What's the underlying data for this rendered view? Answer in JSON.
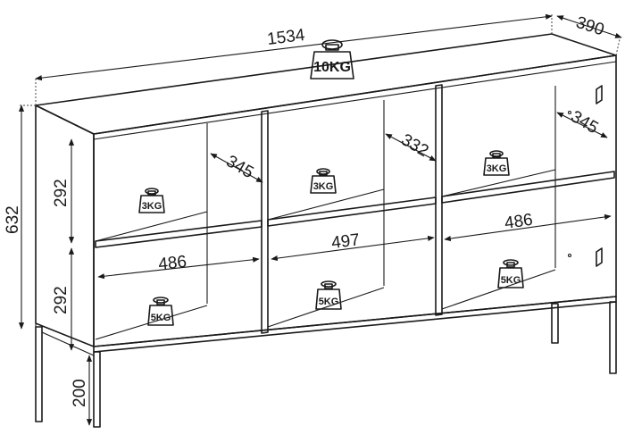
{
  "dimensions": {
    "width": "1534",
    "depth": "390",
    "height": "632",
    "upper_shelf_height": "292",
    "lower_shelf_height": "292",
    "leg_height": "200",
    "depth_left": "345",
    "depth_middle": "332",
    "depth_right": "345",
    "shelf_left": "486",
    "shelf_middle": "497",
    "shelf_right": "486"
  },
  "weights": {
    "top": "10KG",
    "upper_left": "3KG",
    "upper_middle": "3KG",
    "upper_right": "3KG",
    "lower_left": "5KG",
    "lower_middle": "5KG",
    "lower_right": "5KG"
  },
  "colors": {
    "line": "#1a1a1a",
    "weight_fill": "#ffffff"
  }
}
